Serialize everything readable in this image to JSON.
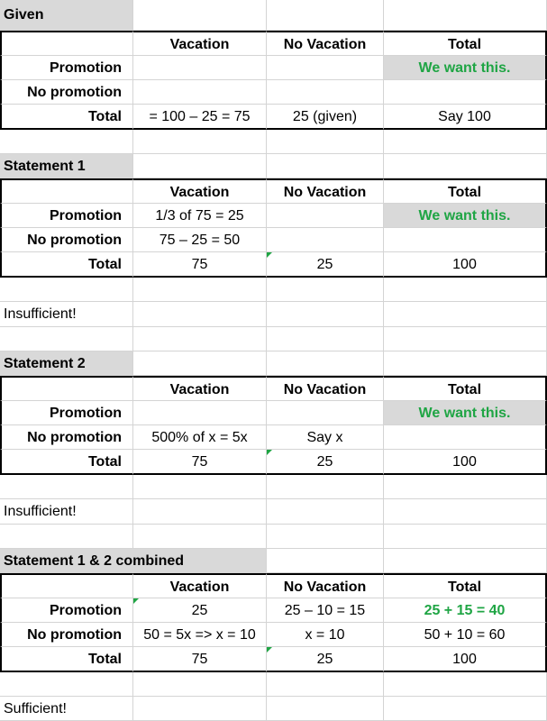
{
  "sections": [
    {
      "title": "Given",
      "headers": [
        "",
        "Vacation",
        "No Vacation",
        "Total"
      ],
      "rows": [
        {
          "label": "Promotion",
          "vacation": "",
          "no_vacation": "",
          "total": "We want this."
        },
        {
          "label": "No promotion",
          "vacation": "",
          "no_vacation": "",
          "total": ""
        },
        {
          "label": "Total",
          "vacation": "= 100 – 25 = 75",
          "no_vacation": "25 (given)",
          "total": "Say 100"
        }
      ],
      "note": ""
    },
    {
      "title": "Statement 1",
      "headers": [
        "",
        "Vacation",
        "No Vacation",
        "Total"
      ],
      "rows": [
        {
          "label": "Promotion",
          "vacation": "1/3 of 75 = 25",
          "no_vacation": "",
          "total": "We want this."
        },
        {
          "label": "No promotion",
          "vacation": "75 – 25 = 50",
          "no_vacation": "",
          "total": ""
        },
        {
          "label": "Total",
          "vacation": "75",
          "no_vacation": "25",
          "total": "100"
        }
      ],
      "note": "Insufficient!"
    },
    {
      "title": "Statement 2",
      "headers": [
        "",
        "Vacation",
        "No Vacation",
        "Total"
      ],
      "rows": [
        {
          "label": "Promotion",
          "vacation": "",
          "no_vacation": "",
          "total": "We want this."
        },
        {
          "label": "No promotion",
          "vacation": "500% of x = 5x",
          "no_vacation": "Say x",
          "total": ""
        },
        {
          "label": "Total",
          "vacation": "75",
          "no_vacation": "25",
          "total": "100"
        }
      ],
      "note": "Insufficient!"
    },
    {
      "title": "Statement 1 & 2 combined",
      "headers": [
        "",
        "Vacation",
        "No Vacation",
        "Total"
      ],
      "rows": [
        {
          "label": "Promotion",
          "vacation": "25",
          "no_vacation": "25 – 10 = 15",
          "total": "25 + 15 = 40"
        },
        {
          "label": "No promotion",
          "vacation": "50 = 5x => x = 10",
          "no_vacation": "x = 10",
          "total": "50 + 10 = 60"
        },
        {
          "label": "Total",
          "vacation": "75",
          "no_vacation": "25",
          "total": "100"
        }
      ],
      "note": "Sufficient!"
    }
  ],
  "colors": {
    "highlight_text": "#1fa544",
    "section_fill": "#d9d9d9",
    "grid": "#d4d4d4"
  }
}
